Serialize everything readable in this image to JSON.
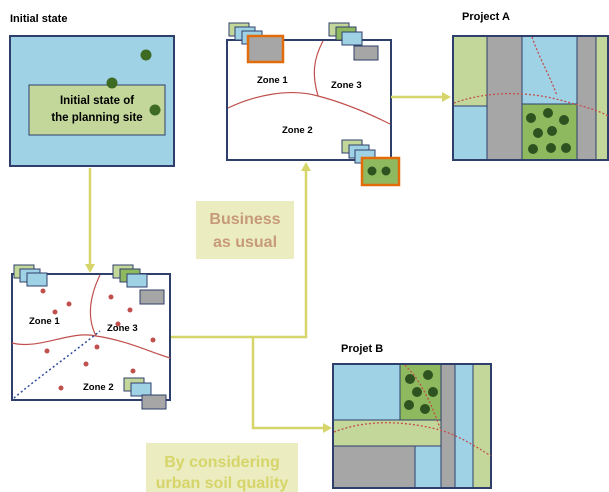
{
  "labels": {
    "initial_state": "Initial state",
    "initial_state_inner_line1": "Initial state of",
    "initial_state_inner_line2": "the planning site",
    "project_a": "Project A",
    "project_b": "Projet B",
    "bau_line1": "Business",
    "bau_line2": "as usual",
    "considering_line1": "By considering",
    "considering_line2": "urban soil quality"
  },
  "zones": {
    "zone1": "Zone 1",
    "zone2": "Zone 2",
    "zone3": "Zone 3"
  },
  "colors": {
    "border": "#2f3f6b",
    "light_blue": "#9fd2e5",
    "light_green": "#c3d79b",
    "mid_green": "#8fb95e",
    "gray": "#a6a6a6",
    "tree": "#2f5320",
    "arrow": "#d6d56a",
    "orange": "#e36c0a",
    "red_line": "#c0504d",
    "label_box": "#ebecc0",
    "bau_text": "#c79a7a",
    "consider_text": "#d6d56a"
  },
  "icons": [
    "tree-icon",
    "orange-highlight-icon",
    "stacked-cards-icon",
    "red-cross-icon"
  ]
}
